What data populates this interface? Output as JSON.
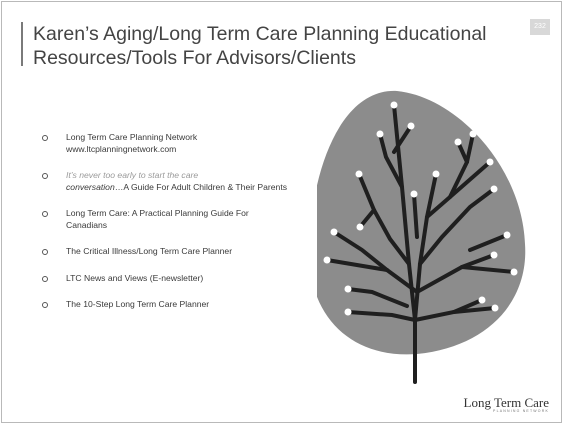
{
  "page_number": "232",
  "title": "Karen’s Aging/Long Term Care Planning Educational Resources/Tools For Advisors/Clients",
  "items": [
    {
      "line1": "Long Term Care Planning Network",
      "line2": "www.ltcplanningnetwork.com"
    },
    {
      "part_muted": "It’s never too early to start the care",
      "part_ital": "conversation",
      "part_rest": "…A Guide For Adult Children & Their Parents"
    },
    {
      "text": "Long Term Care: A Practical Planning Guide For Canadians"
    },
    {
      "text": "The Critical Illness/Long Term Care Planner"
    },
    {
      "text": "LTC News and Views (E-newsletter)"
    },
    {
      "text": "The 10-Step Long Term Care Planner"
    }
  ],
  "logo": {
    "main": "Long Term Care",
    "sub": "PLANNING NETWORK"
  },
  "colors": {
    "tree_fill": "#8c8c8c",
    "branch": "#1f1f1f",
    "bud": "#ffffff"
  }
}
